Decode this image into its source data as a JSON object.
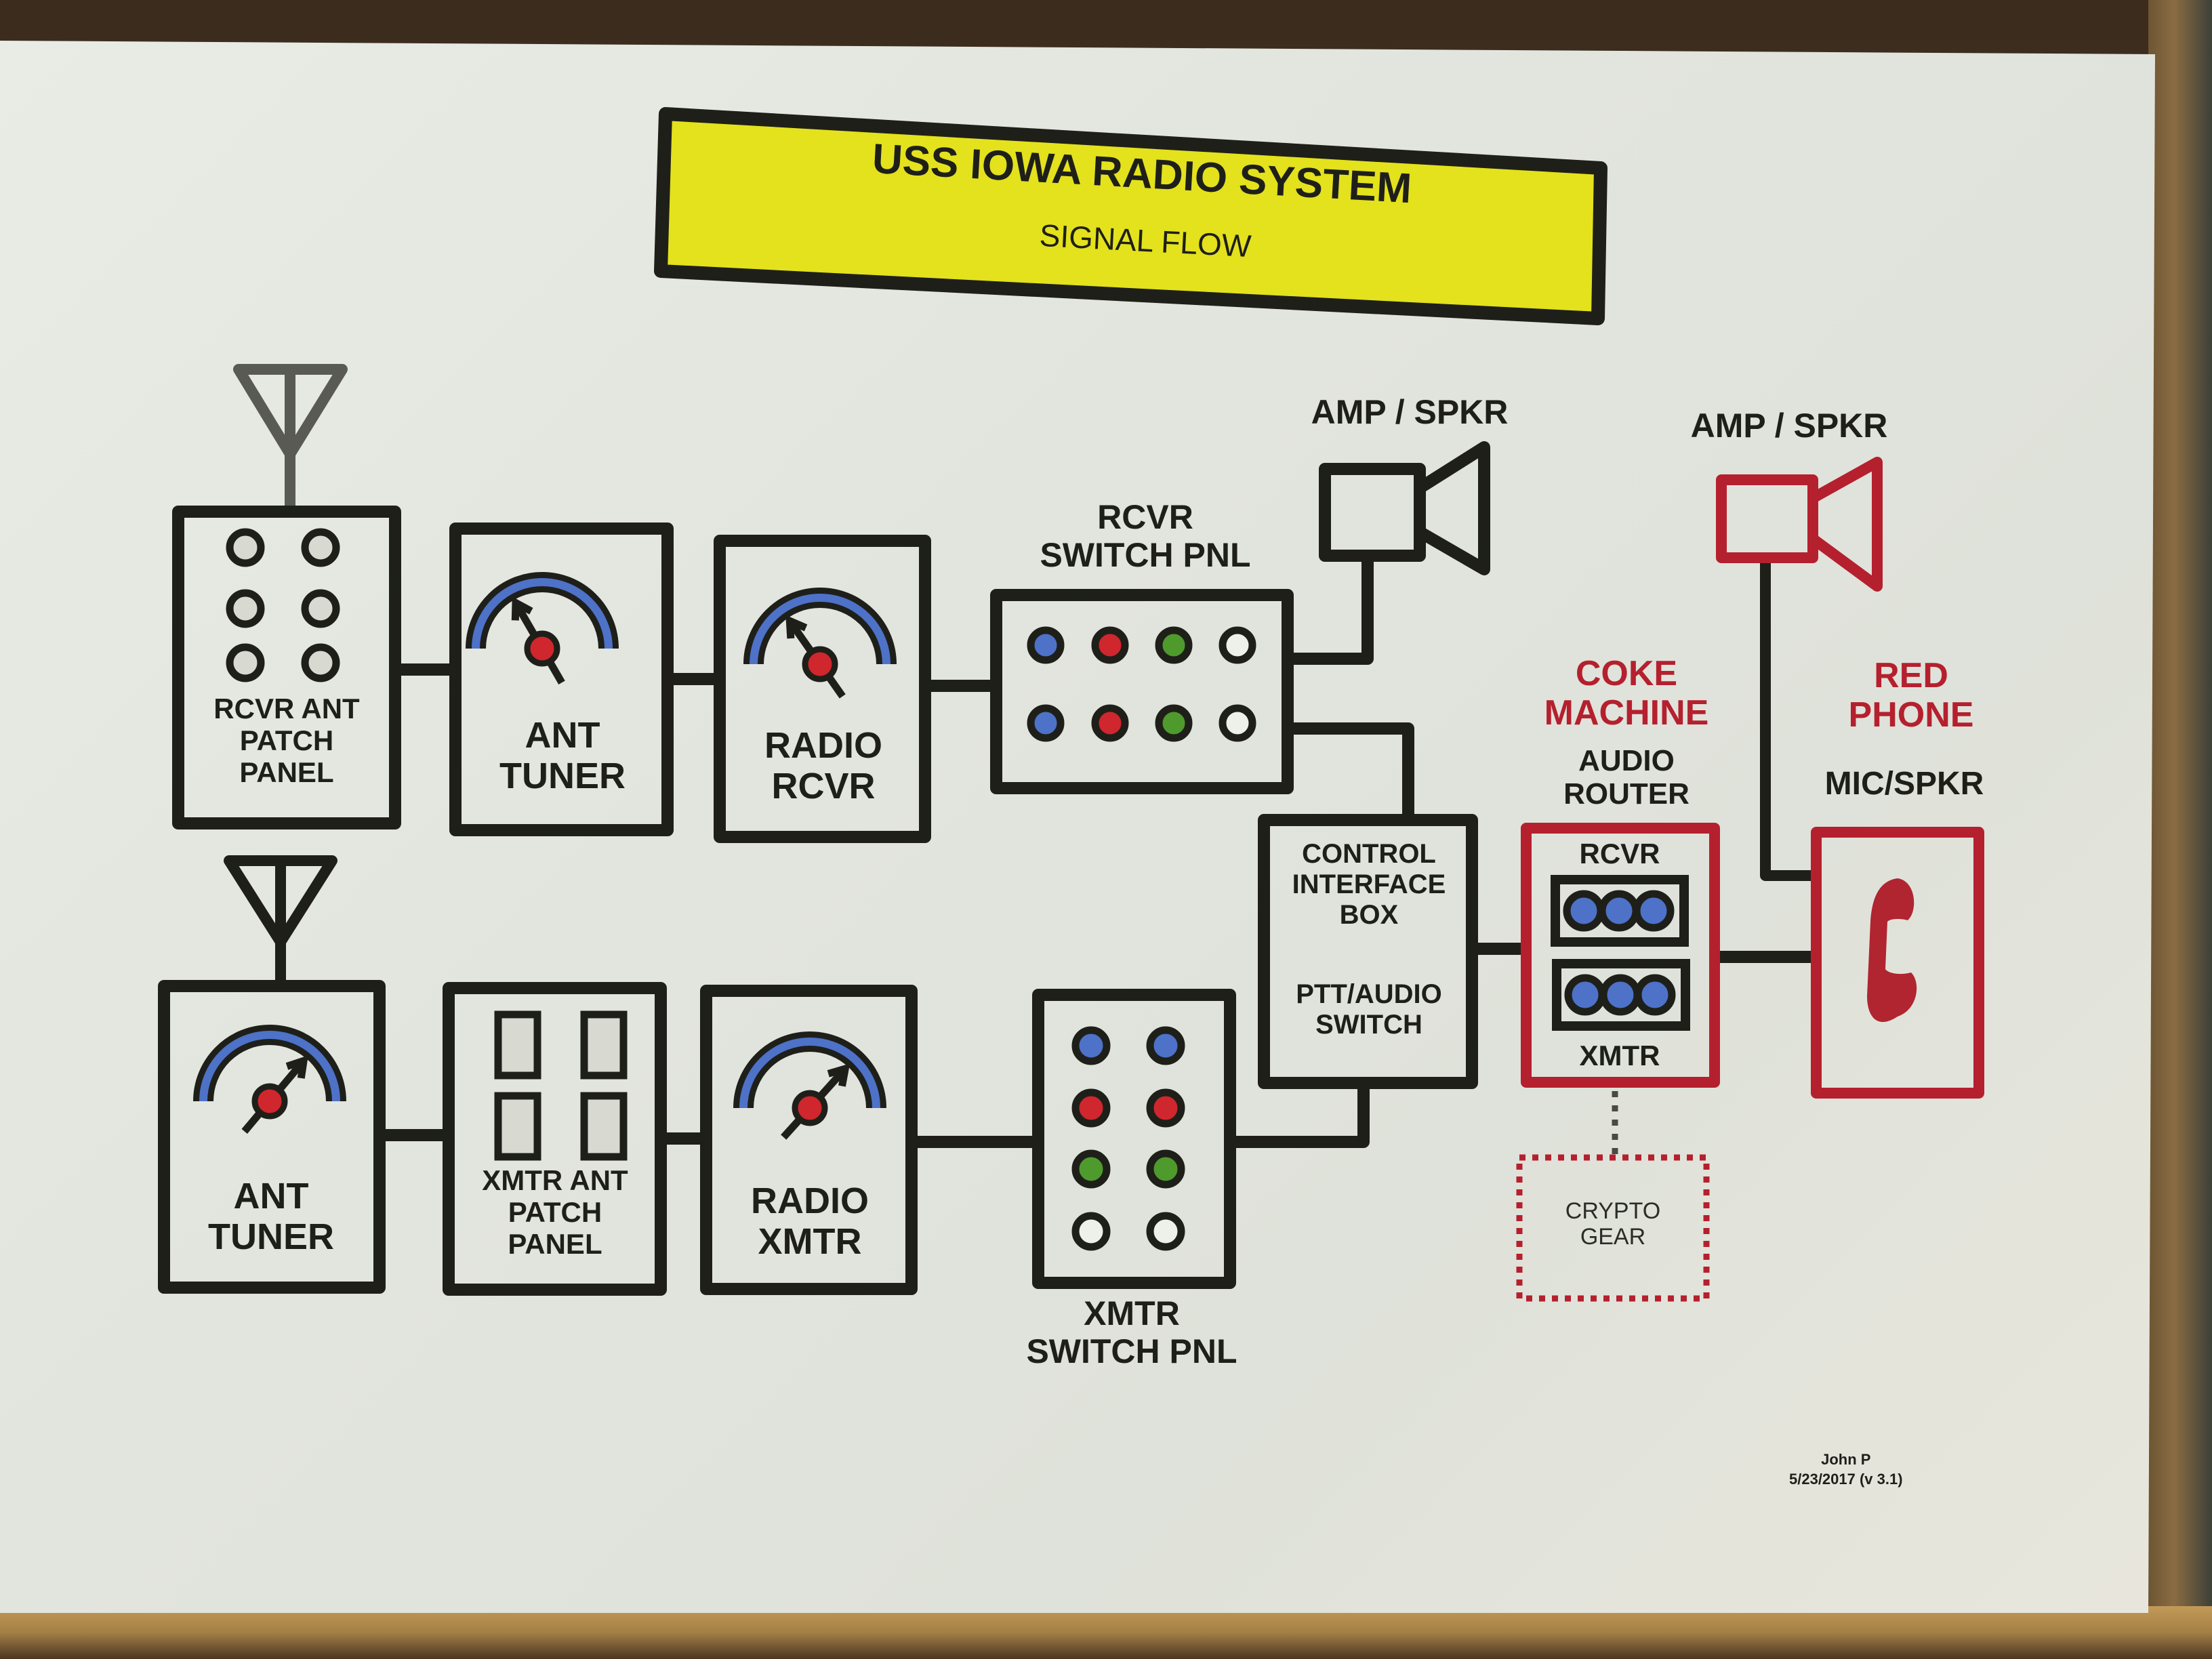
{
  "title": {
    "main": "USS IOWA RADIO SYSTEM",
    "subtitle": "SIGNAL FLOW"
  },
  "colors": {
    "title_bg": "#e3e21c",
    "line": "#1f1f1a",
    "accent_red": "#b5202e",
    "dial_blue": "#4d72c8",
    "knob_red": "#d0262d",
    "jack_green": "#4f9a2c",
    "paper": "#e5e7e1"
  },
  "receive_chain": {
    "rcvr_ant_patch_panel": "RCVR ANT\nPATCH\nPANEL",
    "ant_tuner": "ANT\nTUNER",
    "radio_rcvr": "RADIO\nRCVR",
    "rcvr_switch_panel": "RCVR\nSWITCH PNL",
    "rcvr_switch_jacks": [
      [
        "blue",
        "red",
        "green",
        "white"
      ],
      [
        "blue",
        "red",
        "green",
        "white"
      ]
    ],
    "amp_speaker": "AMP / SPKR"
  },
  "transmit_chain": {
    "ant_tuner": "ANT\nTUNER",
    "xmtr_ant_patch_panel": "XMTR ANT\nPATCH\nPANEL",
    "radio_xmtr": "RADIO\nXMTR",
    "xmtr_switch_panel": "XMTR\nSWITCH PNL",
    "xmtr_switch_jacks": [
      [
        "blue",
        "blue"
      ],
      [
        "red",
        "red"
      ],
      [
        "green",
        "green"
      ],
      [
        "white",
        "white"
      ]
    ]
  },
  "control_interface_box": {
    "title": "CONTROL\nINTERFACE\nBOX",
    "subtitle": "PTT/AUDIO\nSWITCH"
  },
  "coke_machine": {
    "title": "COKE\nMACHINE",
    "subtitle": "AUDIO\nROUTER",
    "rcvr_label": "RCVR",
    "xmtr_label": "XMTR"
  },
  "red_phone": {
    "title": "RED\nPHONE",
    "subtitle": "MIC/SPKR",
    "amp_speaker": "AMP / SPKR"
  },
  "crypto_gear": "CRYPTO\nGEAR",
  "footer": {
    "author": "John P",
    "date_version": "5/23/2017 (v 3.1)"
  }
}
